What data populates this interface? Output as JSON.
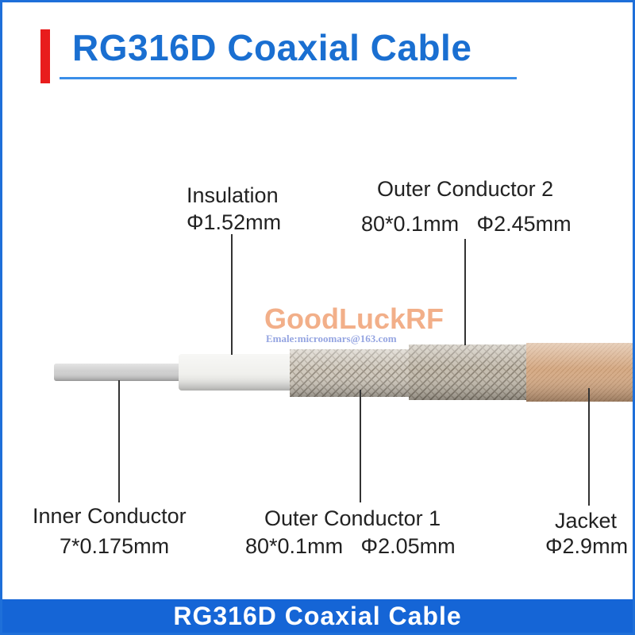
{
  "title": "RG316D Coaxial Cable",
  "footer": "RG316D Coaxial Cable",
  "watermark": {
    "brand": "GoodLuckRF",
    "email": "Emale:microomars@163.com"
  },
  "labels": {
    "insulation": {
      "name": "Insulation",
      "spec": "Φ1.52mm"
    },
    "outer_conductor_2": {
      "name": "Outer Conductor 2",
      "spec": "80*0.1mm   Φ2.45mm"
    },
    "inner_conductor": {
      "name": "Inner Conductor",
      "spec": "7*0.175mm"
    },
    "outer_conductor_1": {
      "name": "Outer Conductor 1",
      "spec": "80*0.1mm   Φ2.05mm"
    },
    "jacket": {
      "name": "Jacket",
      "spec": "Φ2.9mm"
    }
  },
  "colors": {
    "accent": "#1a6fd1",
    "title_bar": "#e81c1c",
    "footer_bg": "#1565d6",
    "braid": "#c9c2b6",
    "jacket": "#d4a883",
    "insulation": "#f2f2ef",
    "conductor": "#c9c9c9"
  }
}
